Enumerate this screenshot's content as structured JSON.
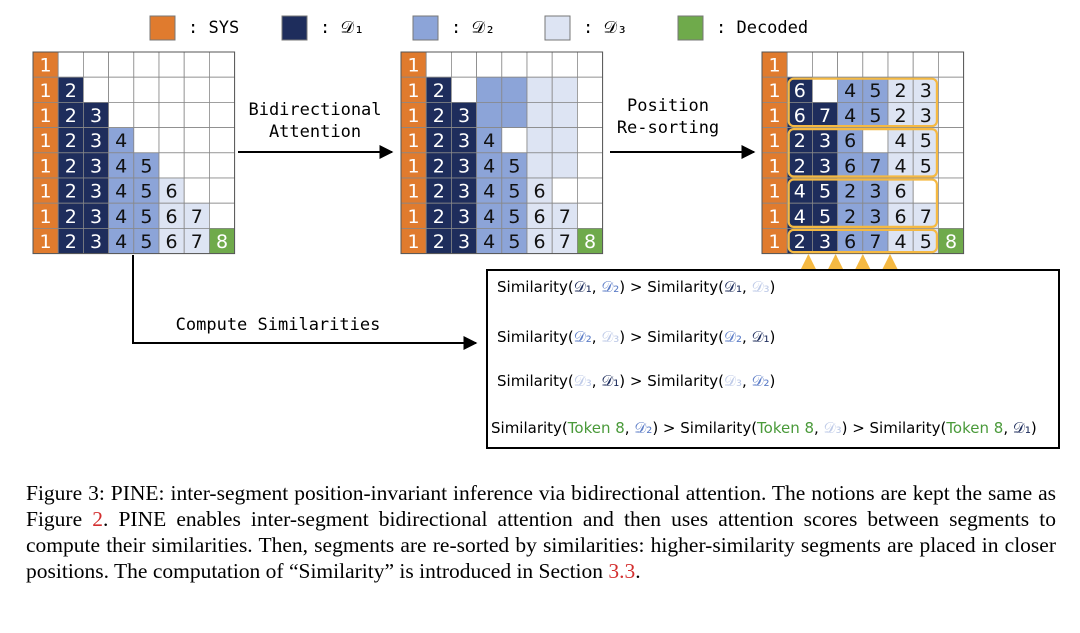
{
  "legend": [
    {
      "label": ": SYS",
      "color": "#e07b2e"
    },
    {
      "label": ": 𝒟₁",
      "color": "#1e2d5c"
    },
    {
      "label": ": 𝒟₂",
      "color": "#8ca4d8"
    },
    {
      "label": ": 𝒟₃",
      "color": "#dde4f3"
    },
    {
      "label": ": Decoded",
      "color": "#6faa4b"
    }
  ],
  "colors": {
    "sys": "#e07b2e",
    "d1": "#1e2d5c",
    "d2": "#8ca4d8",
    "d3": "#dde4f3",
    "decoded": "#6faa4b",
    "resort": "#f5b942",
    "empty": "#ffffff",
    "grid": "#888888"
  },
  "matrices": [
    {
      "name": "causal-attention-matrix",
      "rows": [
        [
          [
            "1",
            "sys"
          ]
        ],
        [
          [
            "1",
            "sys"
          ],
          [
            "2",
            "d1"
          ]
        ],
        [
          [
            "1",
            "sys"
          ],
          [
            "2",
            "d1"
          ],
          [
            "3",
            "d1"
          ]
        ],
        [
          [
            "1",
            "sys"
          ],
          [
            "2",
            "d1"
          ],
          [
            "3",
            "d1"
          ],
          [
            "4",
            "d2"
          ]
        ],
        [
          [
            "1",
            "sys"
          ],
          [
            "2",
            "d1"
          ],
          [
            "3",
            "d1"
          ],
          [
            "4",
            "d2"
          ],
          [
            "5",
            "d2"
          ]
        ],
        [
          [
            "1",
            "sys"
          ],
          [
            "2",
            "d1"
          ],
          [
            "3",
            "d1"
          ],
          [
            "4",
            "d2"
          ],
          [
            "5",
            "d2"
          ],
          [
            "6",
            "d3"
          ]
        ],
        [
          [
            "1",
            "sys"
          ],
          [
            "2",
            "d1"
          ],
          [
            "3",
            "d1"
          ],
          [
            "4",
            "d2"
          ],
          [
            "5",
            "d2"
          ],
          [
            "6",
            "d3"
          ],
          [
            "7",
            "d3"
          ]
        ],
        [
          [
            "1",
            "sys"
          ],
          [
            "2",
            "d1"
          ],
          [
            "3",
            "d1"
          ],
          [
            "4",
            "d2"
          ],
          [
            "5",
            "d2"
          ],
          [
            "6",
            "d3"
          ],
          [
            "7",
            "d3"
          ],
          [
            "8",
            "decoded"
          ]
        ]
      ]
    },
    {
      "name": "bidirectional-attention-matrix",
      "rows": [
        [
          [
            "1",
            "sys"
          ]
        ],
        [
          [
            "1",
            "sys"
          ],
          [
            "2",
            "d1"
          ],
          [
            "",
            "empty"
          ],
          [
            "",
            "d2"
          ],
          [
            "",
            "d2"
          ],
          [
            "",
            "d3"
          ],
          [
            "",
            "d3"
          ]
        ],
        [
          [
            "1",
            "sys"
          ],
          [
            "2",
            "d1"
          ],
          [
            "3",
            "d1"
          ],
          [
            "",
            "d2"
          ],
          [
            "",
            "d2"
          ],
          [
            "",
            "d3"
          ],
          [
            "",
            "d3"
          ]
        ],
        [
          [
            "1",
            "sys"
          ],
          [
            "2",
            "d1"
          ],
          [
            "3",
            "d1"
          ],
          [
            "4",
            "d2"
          ],
          [
            "",
            "empty"
          ],
          [
            "",
            "d3"
          ],
          [
            "",
            "d3"
          ]
        ],
        [
          [
            "1",
            "sys"
          ],
          [
            "2",
            "d1"
          ],
          [
            "3",
            "d1"
          ],
          [
            "4",
            "d2"
          ],
          [
            "5",
            "d2"
          ],
          [
            "",
            "d3"
          ],
          [
            "",
            "d3"
          ]
        ],
        [
          [
            "1",
            "sys"
          ],
          [
            "2",
            "d1"
          ],
          [
            "3",
            "d1"
          ],
          [
            "4",
            "d2"
          ],
          [
            "5",
            "d2"
          ],
          [
            "6",
            "d3"
          ]
        ],
        [
          [
            "1",
            "sys"
          ],
          [
            "2",
            "d1"
          ],
          [
            "3",
            "d1"
          ],
          [
            "4",
            "d2"
          ],
          [
            "5",
            "d2"
          ],
          [
            "6",
            "d3"
          ],
          [
            "7",
            "d3"
          ]
        ],
        [
          [
            "1",
            "sys"
          ],
          [
            "2",
            "d1"
          ],
          [
            "3",
            "d1"
          ],
          [
            "4",
            "d2"
          ],
          [
            "5",
            "d2"
          ],
          [
            "6",
            "d3"
          ],
          [
            "7",
            "d3"
          ],
          [
            "8",
            "decoded"
          ]
        ]
      ]
    },
    {
      "name": "resorted-attention-matrix",
      "rows": [
        [
          [
            "1",
            "sys"
          ]
        ],
        [
          [
            "1",
            "sys"
          ],
          [
            "6",
            "d1"
          ],
          [
            "",
            "empty"
          ],
          [
            "4",
            "d2"
          ],
          [
            "5",
            "d2"
          ],
          [
            "2",
            "d3"
          ],
          [
            "3",
            "d3"
          ]
        ],
        [
          [
            "1",
            "sys"
          ],
          [
            "6",
            "d1"
          ],
          [
            "7",
            "d1"
          ],
          [
            "4",
            "d2"
          ],
          [
            "5",
            "d2"
          ],
          [
            "2",
            "d3"
          ],
          [
            "3",
            "d3"
          ]
        ],
        [
          [
            "1",
            "sys"
          ],
          [
            "2",
            "d1"
          ],
          [
            "3",
            "d1"
          ],
          [
            "6",
            "d2"
          ],
          [
            "",
            "empty"
          ],
          [
            "4",
            "d3"
          ],
          [
            "5",
            "d3"
          ]
        ],
        [
          [
            "1",
            "sys"
          ],
          [
            "2",
            "d1"
          ],
          [
            "3",
            "d1"
          ],
          [
            "6",
            "d2"
          ],
          [
            "7",
            "d2"
          ],
          [
            "4",
            "d3"
          ],
          [
            "5",
            "d3"
          ]
        ],
        [
          [
            "1",
            "sys"
          ],
          [
            "4",
            "d1"
          ],
          [
            "5",
            "d1"
          ],
          [
            "2",
            "d2"
          ],
          [
            "3",
            "d2"
          ],
          [
            "6",
            "d3"
          ]
        ],
        [
          [
            "1",
            "sys"
          ],
          [
            "4",
            "d1"
          ],
          [
            "5",
            "d1"
          ],
          [
            "2",
            "d2"
          ],
          [
            "3",
            "d2"
          ],
          [
            "6",
            "d3"
          ],
          [
            "7",
            "d3"
          ]
        ],
        [
          [
            "1",
            "sys"
          ],
          [
            "2",
            "d1"
          ],
          [
            "3",
            "d1"
          ],
          [
            "6",
            "d2"
          ],
          [
            "7",
            "d2"
          ],
          [
            "4",
            "d3"
          ],
          [
            "5",
            "d3"
          ],
          [
            "8",
            "decoded"
          ]
        ]
      ]
    }
  ],
  "arrows": {
    "bidirectional": "Bidirectional\nAttention",
    "resort": "Position\nRe-sorting",
    "compute": "Compute Similarities",
    "resort_label": "Re-sorting"
  },
  "similarities": [
    [
      [
        "Similarity(",
        "t"
      ],
      [
        "𝒟₁",
        "d1"
      ],
      [
        ", ",
        "t"
      ],
      [
        "𝒟₂",
        "d2"
      ],
      [
        ") > Similarity(",
        "t"
      ],
      [
        "𝒟₁",
        "d1"
      ],
      [
        ", ",
        "t"
      ],
      [
        "𝒟₃",
        "d3"
      ],
      [
        ")",
        "t"
      ]
    ],
    [
      [
        "Similarity(",
        "t"
      ],
      [
        "𝒟₂",
        "d2"
      ],
      [
        ", ",
        "t"
      ],
      [
        "𝒟₃",
        "d3"
      ],
      [
        ") > Similarity(",
        "t"
      ],
      [
        "𝒟₂",
        "d2"
      ],
      [
        ", ",
        "t"
      ],
      [
        "𝒟₁",
        "d1"
      ],
      [
        ")",
        "t"
      ]
    ],
    [
      [
        "Similarity(",
        "t"
      ],
      [
        "𝒟₃",
        "d3"
      ],
      [
        ", ",
        "t"
      ],
      [
        "𝒟₁",
        "d1"
      ],
      [
        ") > Similarity(",
        "t"
      ],
      [
        "𝒟₃",
        "d3"
      ],
      [
        ", ",
        "t"
      ],
      [
        "𝒟₂",
        "d2"
      ],
      [
        ")",
        "t"
      ]
    ],
    [
      [
        "Similarity(",
        "t"
      ],
      [
        "Token 8",
        "g"
      ],
      [
        ", ",
        "t"
      ],
      [
        "𝒟₂",
        "d2"
      ],
      [
        ") > Similarity(",
        "t"
      ],
      [
        "Token 8",
        "g"
      ],
      [
        ", ",
        "t"
      ],
      [
        "𝒟₃",
        "d3"
      ],
      [
        ") >  Similarity(",
        "t"
      ],
      [
        "Token 8",
        "g"
      ],
      [
        ", ",
        "t"
      ],
      [
        "𝒟₁",
        "d1"
      ],
      [
        ")",
        "t"
      ]
    ]
  ],
  "caption": {
    "p1": "Figure 3: PINE: inter-segment position-invariant inference via bidirectional attention. The notions are kept the same as Figure ",
    "ref1": "2",
    "p2": ". PINE enables inter-segment bidirectional attention and then uses attention scores between segments to compute their similarities. Then, segments are re-sorted by similarities: higher-similarity segments are placed in closer positions. The computation of “Similarity” is introduced in Section ",
    "ref2": "3.3",
    "p3": "."
  }
}
